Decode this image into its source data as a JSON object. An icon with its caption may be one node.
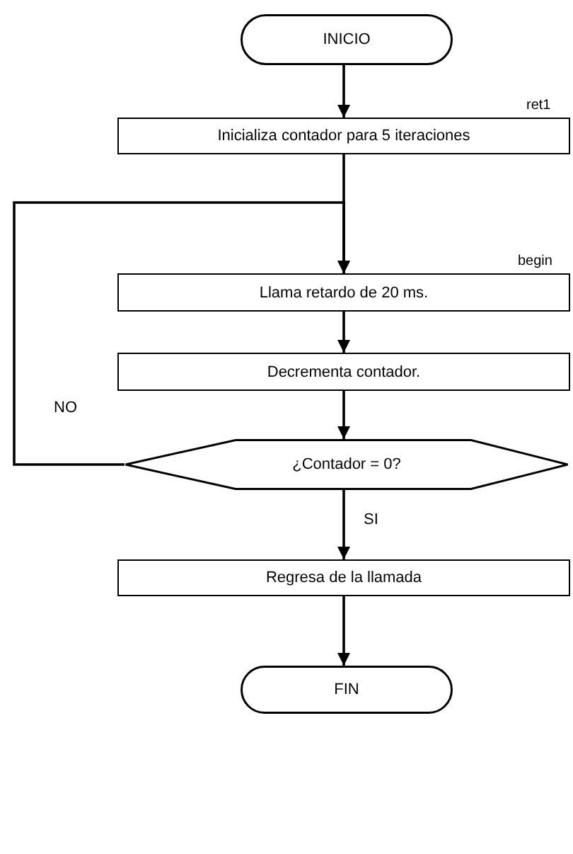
{
  "diagram": {
    "nodes": [
      {
        "text": [
          "INICIO"
        ]
      },
      {
        "text": [
          "Inicializa contador para 5 iteraciones"
        ],
        "beside": [
          "ret1"
        ]
      },
      {
        "text": [
          "Llama retardo de 20 ms."
        ],
        "beside": [
          "begin"
        ]
      },
      {
        "text": [
          "Decrementa contador."
        ]
      },
      {
        "text": [
          "¿Contador = 0?"
        ]
      },
      {
        "text": [
          "Regresa de la llamada"
        ]
      },
      {
        "text": [
          "FIN"
        ]
      }
    ],
    "edges": [
      {
        "from": 0,
        "to": 1,
        "arrow": "to"
      },
      {
        "from": 1,
        "to": 2,
        "arrow": "to"
      },
      {
        "from": 2,
        "to": 3,
        "arrow": "to"
      },
      {
        "from": 3,
        "to": 4,
        "arrow": "to"
      },
      {
        "from": 4,
        "to": 2,
        "arrow": "to",
        "label": "NO"
      },
      {
        "from": 4,
        "to": 5,
        "arrow": "to",
        "label": "SI"
      },
      {
        "from": 5,
        "to": 6,
        "arrow": "to"
      }
    ]
  }
}
